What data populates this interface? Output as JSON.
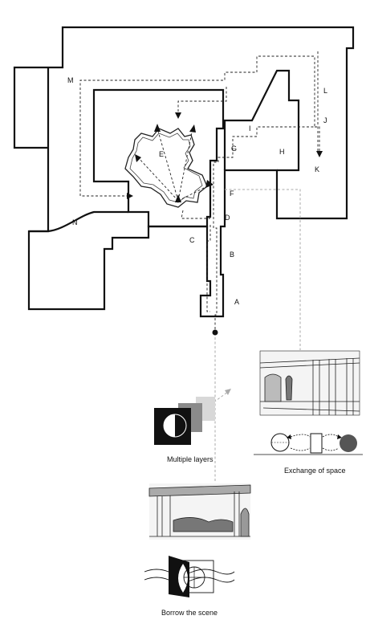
{
  "plan": {
    "zone_labels": [
      "A",
      "B",
      "C",
      "D",
      "E",
      "F",
      "G",
      "H",
      "I",
      "J",
      "K",
      "L",
      "M",
      "N"
    ]
  },
  "captions": {
    "multiple_layers": "Multiple layers",
    "exchange_of_space": "Exchange of space",
    "borrow_the_scene": "Borrow the scene"
  },
  "colors": {
    "wall": "#111111",
    "route": "#222222",
    "guide": "#aaaaaa",
    "layer_gray": "#8a8a8a",
    "sphere_dark": "#555555"
  }
}
